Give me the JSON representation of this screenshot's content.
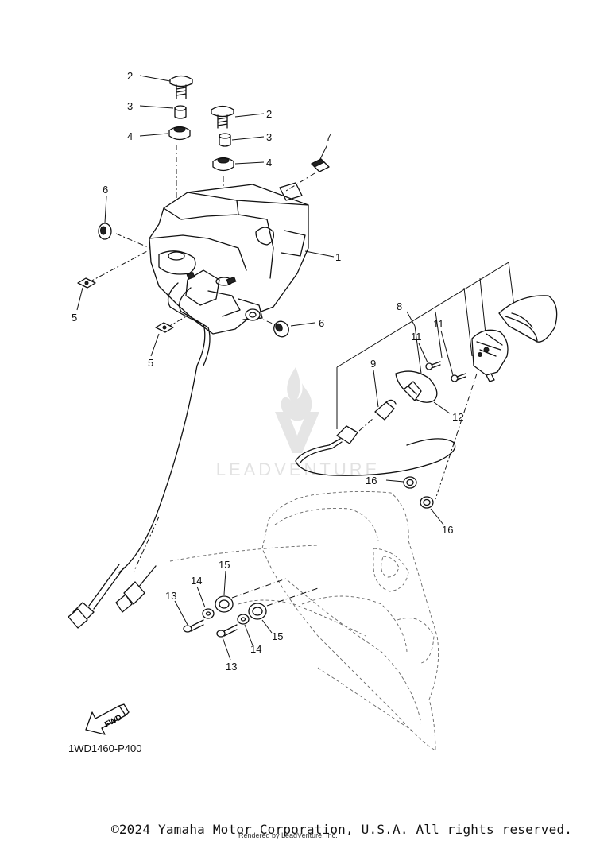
{
  "watermark": {
    "brand": "LEADVENTURE"
  },
  "callouts": [
    {
      "id": "c2a",
      "label": "2"
    },
    {
      "id": "c3a",
      "label": "3"
    },
    {
      "id": "c4a",
      "label": "4"
    },
    {
      "id": "c2b",
      "label": "2"
    },
    {
      "id": "c3b",
      "label": "3"
    },
    {
      "id": "c4b",
      "label": "4"
    },
    {
      "id": "c7",
      "label": "7"
    },
    {
      "id": "c6a",
      "label": "6"
    },
    {
      "id": "c1",
      "label": "1"
    },
    {
      "id": "c5a",
      "label": "5"
    },
    {
      "id": "c5b",
      "label": "5"
    },
    {
      "id": "c6b",
      "label": "6"
    },
    {
      "id": "c8",
      "label": "8"
    },
    {
      "id": "c11a",
      "label": "11"
    },
    {
      "id": "c11b",
      "label": "11"
    },
    {
      "id": "c9",
      "label": "9"
    },
    {
      "id": "c12",
      "label": "12"
    },
    {
      "id": "c16a",
      "label": "16"
    },
    {
      "id": "c16b",
      "label": "16"
    },
    {
      "id": "c15a",
      "label": "15"
    },
    {
      "id": "c14a",
      "label": "14"
    },
    {
      "id": "c13a",
      "label": "13"
    },
    {
      "id": "c15b",
      "label": "15"
    },
    {
      "id": "c14b",
      "label": "14"
    },
    {
      "id": "c13b",
      "label": "13"
    }
  ],
  "fwd_label": "FWD",
  "diagram_code": "1WD1460-P400",
  "copyright": "©2024 Yamaha Motor Corporation, U.S.A. All rights reserved.",
  "rendered_by": "Rendered by LeadVenture, Inc."
}
